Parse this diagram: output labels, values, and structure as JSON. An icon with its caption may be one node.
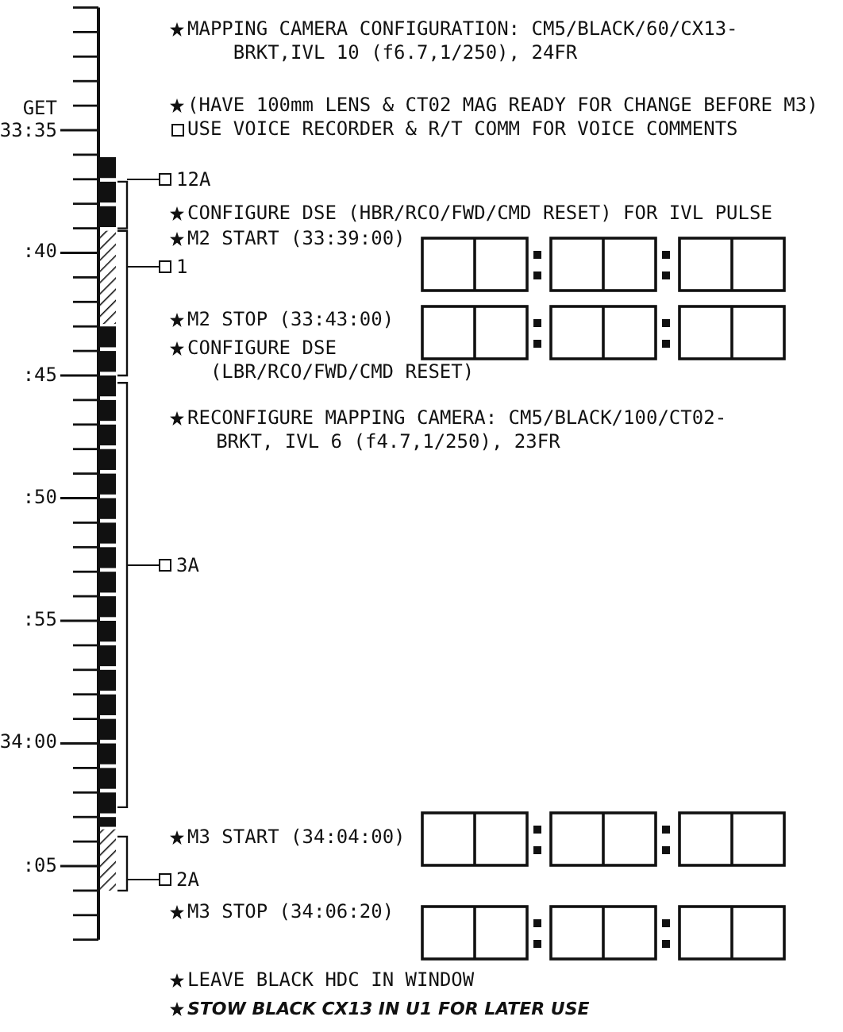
{
  "diagram": {
    "nodes": [
      {
        "text": [
          "12A"
        ]
      },
      {
        "text": [
          "1"
        ]
      },
      {
        "text": [
          "3A"
        ]
      },
      {
        "text": [
          "2A"
        ]
      }
    ],
    "edges": [
      {
        "from": 0,
        "to": null,
        "arrow": "none"
      },
      {
        "from": 1,
        "to": null,
        "arrow": "none"
      },
      {
        "from": 2,
        "to": null,
        "arrow": "none"
      },
      {
        "from": 3,
        "to": null,
        "arrow": "none"
      }
    ],
    "labels": [
      "MAPPING CAMERA CONFIGURATION: CM5/BLACK/60/CX13-BRKT,IVL 10 (f6.7,1/250), 24FR",
      "GET",
      "(HAVE 100mm LENS & CT02 MAG READY FOR CHANGE BEFORE M3)",
      "33:35",
      "USE VOICE RECORDER & R/T COMM FOR VOICE COMMENTS",
      "CONFIGURE DSE (HBR/RCO/FWD/CMD RESET) FOR IVL PULSE",
      "M2 START (33:39:00)",
      ":40",
      "M2 STOP (33:43:00)",
      "CONFIGURE DSE (LBR/RCO/FWD/CMD RESET)",
      ":45",
      "RECONFIGURE MAPPING CAMERA: CM5/BLACK/100/CT02-BRKT, IVL 6 (f4.7,1/250), 23FR",
      ":50",
      ":55",
      "34:00",
      "M3 START (34:04:00)",
      ":05",
      "M3 STOP (34:06:20)",
      "LEAVE BLACK HDC IN WINDOW",
      "STOW BLACK CX13 IN U1 FOR LATER USE"
    ]
  }
}
